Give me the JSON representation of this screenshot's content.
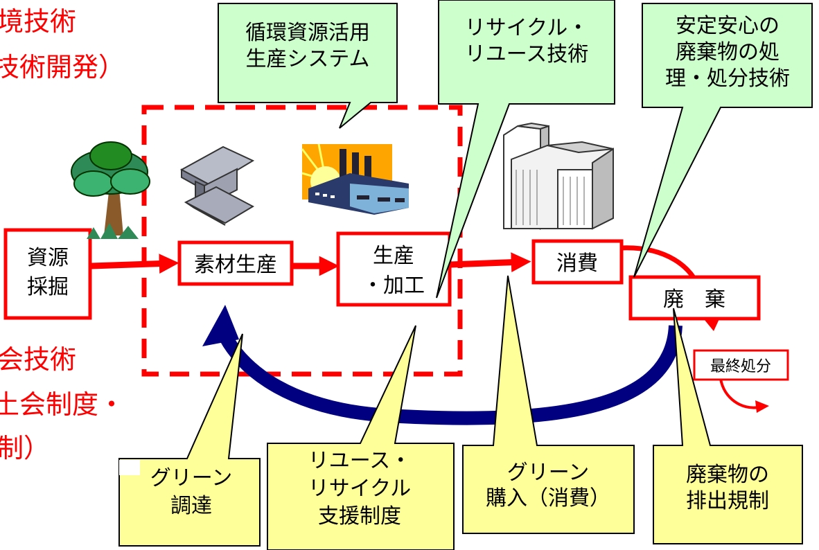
{
  "left_labels": {
    "top": [
      "境技術",
      "技術開発）"
    ],
    "bottom": [
      "会技術",
      "土会制度・",
      "制）"
    ]
  },
  "process": {
    "resource": [
      "資源",
      "採掘"
    ],
    "material": "素材生産",
    "production": [
      "生産",
      "・加工"
    ],
    "consumption": "消費",
    "disposal": "廃　棄",
    "final_disposal": "最終処分"
  },
  "callouts_top": {
    "circulation": [
      "循環資源活用",
      "生産システム"
    ],
    "recycle_reuse": [
      "リサイクル・",
      "リユース技術"
    ],
    "safe_disposal": [
      "安定安心の",
      "廃棄物の処",
      "理・処分技術"
    ]
  },
  "callouts_bottom": {
    "green_procurement": [
      "グリーン",
      "調達"
    ],
    "reuse_support": [
      "リユース・",
      "リサイクル",
      "支援制度"
    ],
    "green_purchase": [
      "グリーン",
      "購入（消費）"
    ],
    "emission_regulation": [
      "廃棄物の",
      "排出規制"
    ]
  },
  "colors": {
    "red": "#ff0000",
    "navy": "#000080",
    "green_callout": "#ccffcc",
    "yellow_callout": "#ffff99"
  },
  "icons": [
    "tree-icon",
    "steel-beam-icon",
    "factory-icon",
    "office-buildings-icon"
  ]
}
